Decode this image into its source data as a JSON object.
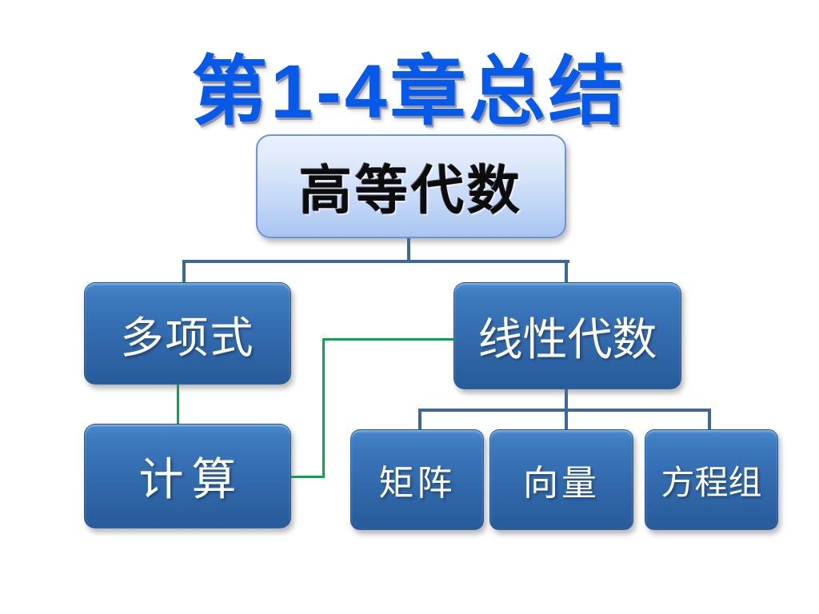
{
  "theme": {
    "title_color": "#0759e8",
    "connector_blue": "#3a679c",
    "connector_green": "#00ab50",
    "root_fill_top": "#eaf1fc",
    "root_fill_bottom": "#a8c5f1",
    "root_border": "#6a95d6",
    "node_fill_top": "#4b8bce",
    "node_fill_bottom": "#285c9b",
    "slide_background": "#ffffff"
  },
  "slide": {
    "title": {
      "text": "第1-4章总结"
    }
  },
  "diagram": {
    "nodes": {
      "root": {
        "label": "高等代数"
      },
      "polynomial": {
        "label": "多项式"
      },
      "linear_algebra": {
        "label": "线性代数"
      },
      "calculation": {
        "label": "计算"
      },
      "matrix": {
        "label": "矩阵"
      },
      "vector": {
        "label": "向量"
      },
      "equations": {
        "label": "方程组"
      }
    },
    "edges": [
      {
        "from": "root",
        "to": "polynomial",
        "color": "blue"
      },
      {
        "from": "root",
        "to": "linear_algebra",
        "color": "blue"
      },
      {
        "from": "polynomial",
        "to": "calculation",
        "color": "green"
      },
      {
        "from": "calculation",
        "to": "linear_algebra",
        "color": "green"
      },
      {
        "from": "linear_algebra",
        "to": "matrix",
        "color": "blue"
      },
      {
        "from": "linear_algebra",
        "to": "vector",
        "color": "blue"
      },
      {
        "from": "linear_algebra",
        "to": "equations",
        "color": "blue"
      }
    ]
  }
}
